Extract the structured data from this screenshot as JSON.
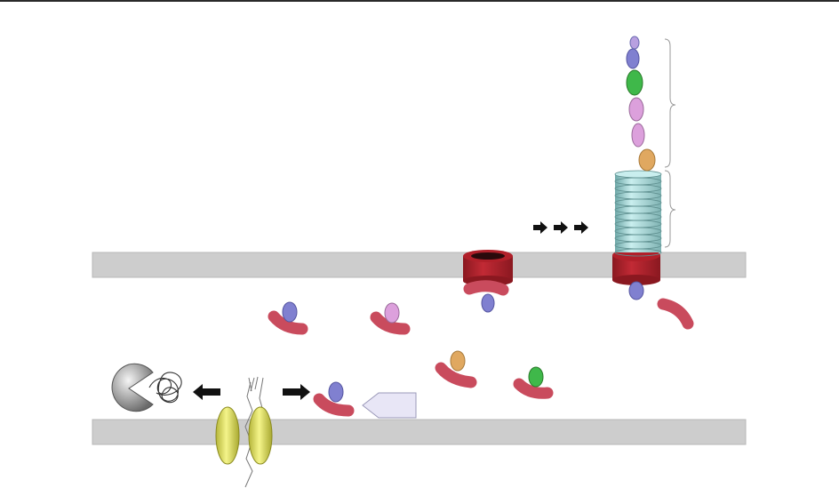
{
  "diagram": {
    "description_text": "",
    "colors": {
      "membrane": "#cdcdcd",
      "membrane_edge": "#b8b8b8",
      "pore": "#b1202a",
      "pore_dark": "#7d1118",
      "chaperone": "#d0586b",
      "effector_blue": "#7f7fd0",
      "effector_pink": "#dca0dc",
      "effector_orange": "#e0a860",
      "effector_green": "#3fb84a",
      "needle": "#a9dcdc",
      "channel": "#e3e36a",
      "arrow": "#111111",
      "signal_box": "#e8e6f6"
    },
    "icons": [
      "outer-membrane",
      "inner-membrane",
      "secretion-pore",
      "needle-filament",
      "translocated-effector-chain",
      "chaperone-effector-complex",
      "membrane-channel-pair",
      "degradation-protease",
      "unfolded-protein",
      "signal-box",
      "process-arrows",
      "brace"
    ]
  }
}
